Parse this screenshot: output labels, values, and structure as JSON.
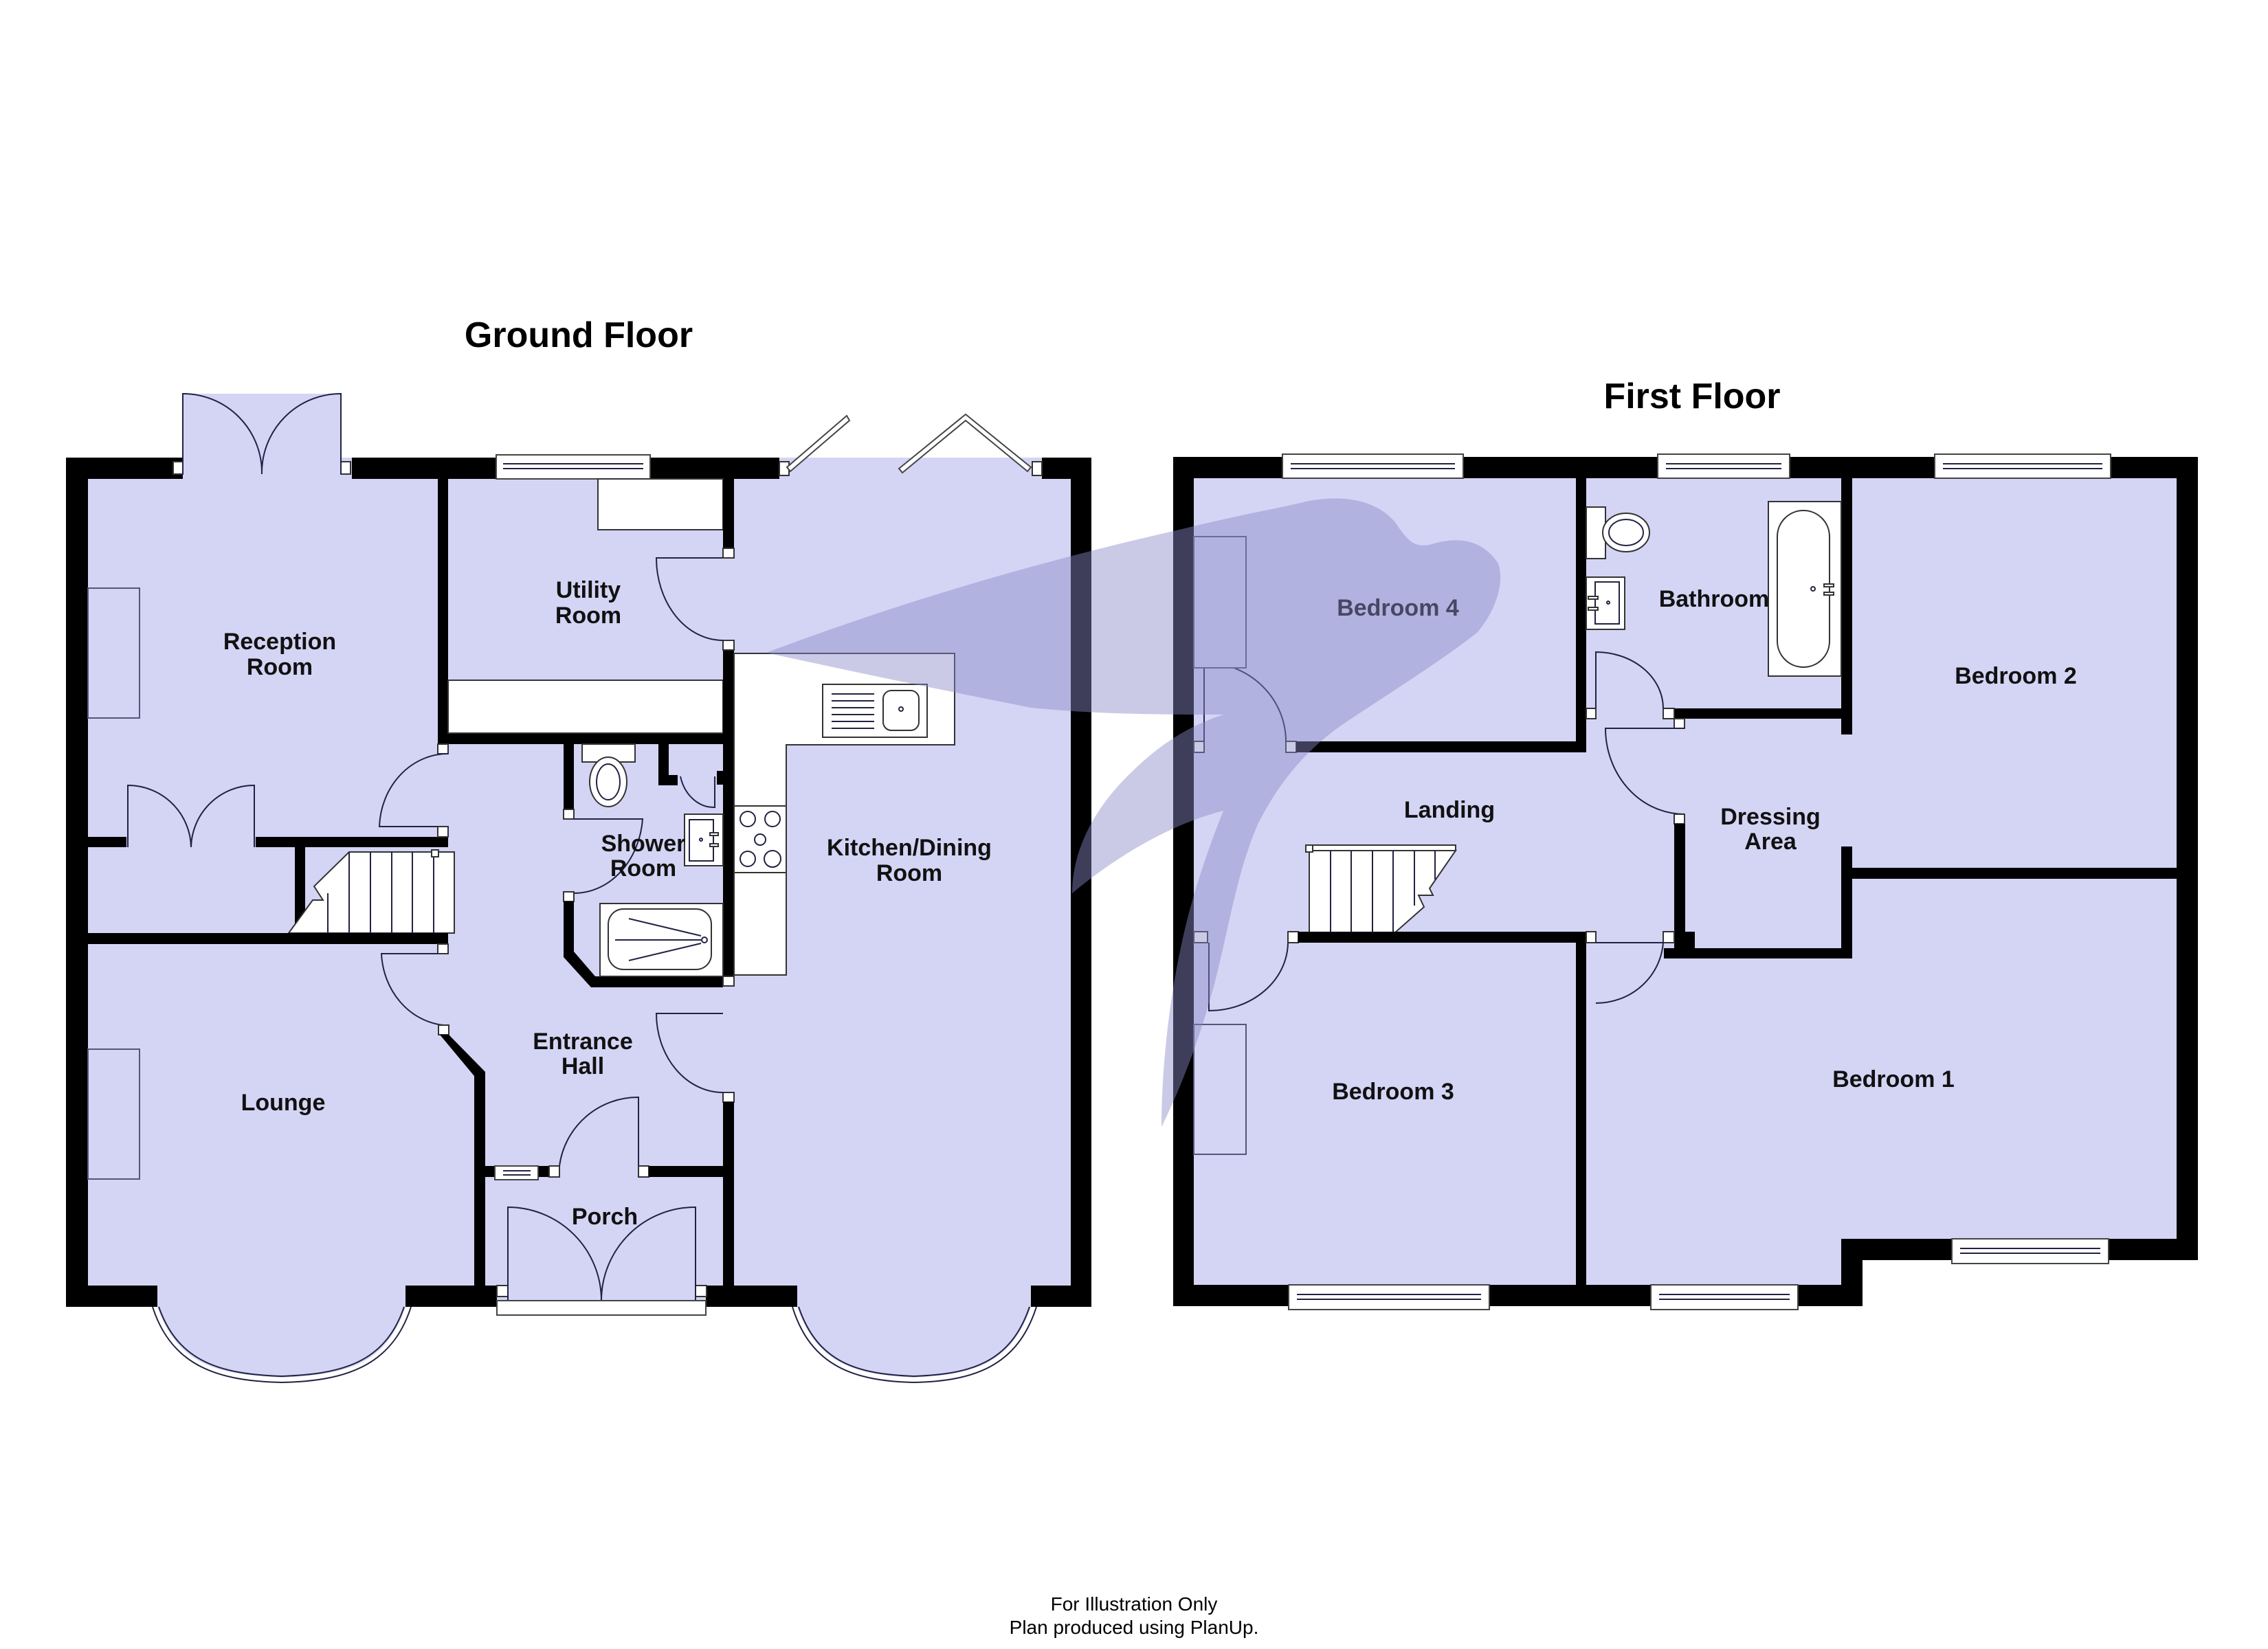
{
  "colors": {
    "floor_fill": "#d4d4f5",
    "wall": "#000000",
    "watermark": "#8a8ac8"
  },
  "ground_floor": {
    "title": "Ground Floor",
    "rooms": {
      "reception": [
        "Reception",
        "Room"
      ],
      "utility": [
        "Utility",
        "Room"
      ],
      "shower": [
        "Shower",
        "Room"
      ],
      "kitchen": [
        "Kitchen/Dining",
        "Room"
      ],
      "entrance": [
        "Entrance",
        "Hall"
      ],
      "lounge": "Lounge",
      "porch": "Porch"
    }
  },
  "first_floor": {
    "title": "First Floor",
    "rooms": {
      "bedroom4": "Bedroom 4",
      "bathroom": "Bathroom",
      "bedroom2": "Bedroom 2",
      "landing": "Landing",
      "dressing": [
        "Dressing",
        "Area"
      ],
      "bedroom3": "Bedroom 3",
      "bedroom1": "Bedroom 1"
    }
  },
  "footer": {
    "line1": "For Illustration Only",
    "line2": "Plan produced using PlanUp."
  },
  "watermark": "swallow-logo"
}
